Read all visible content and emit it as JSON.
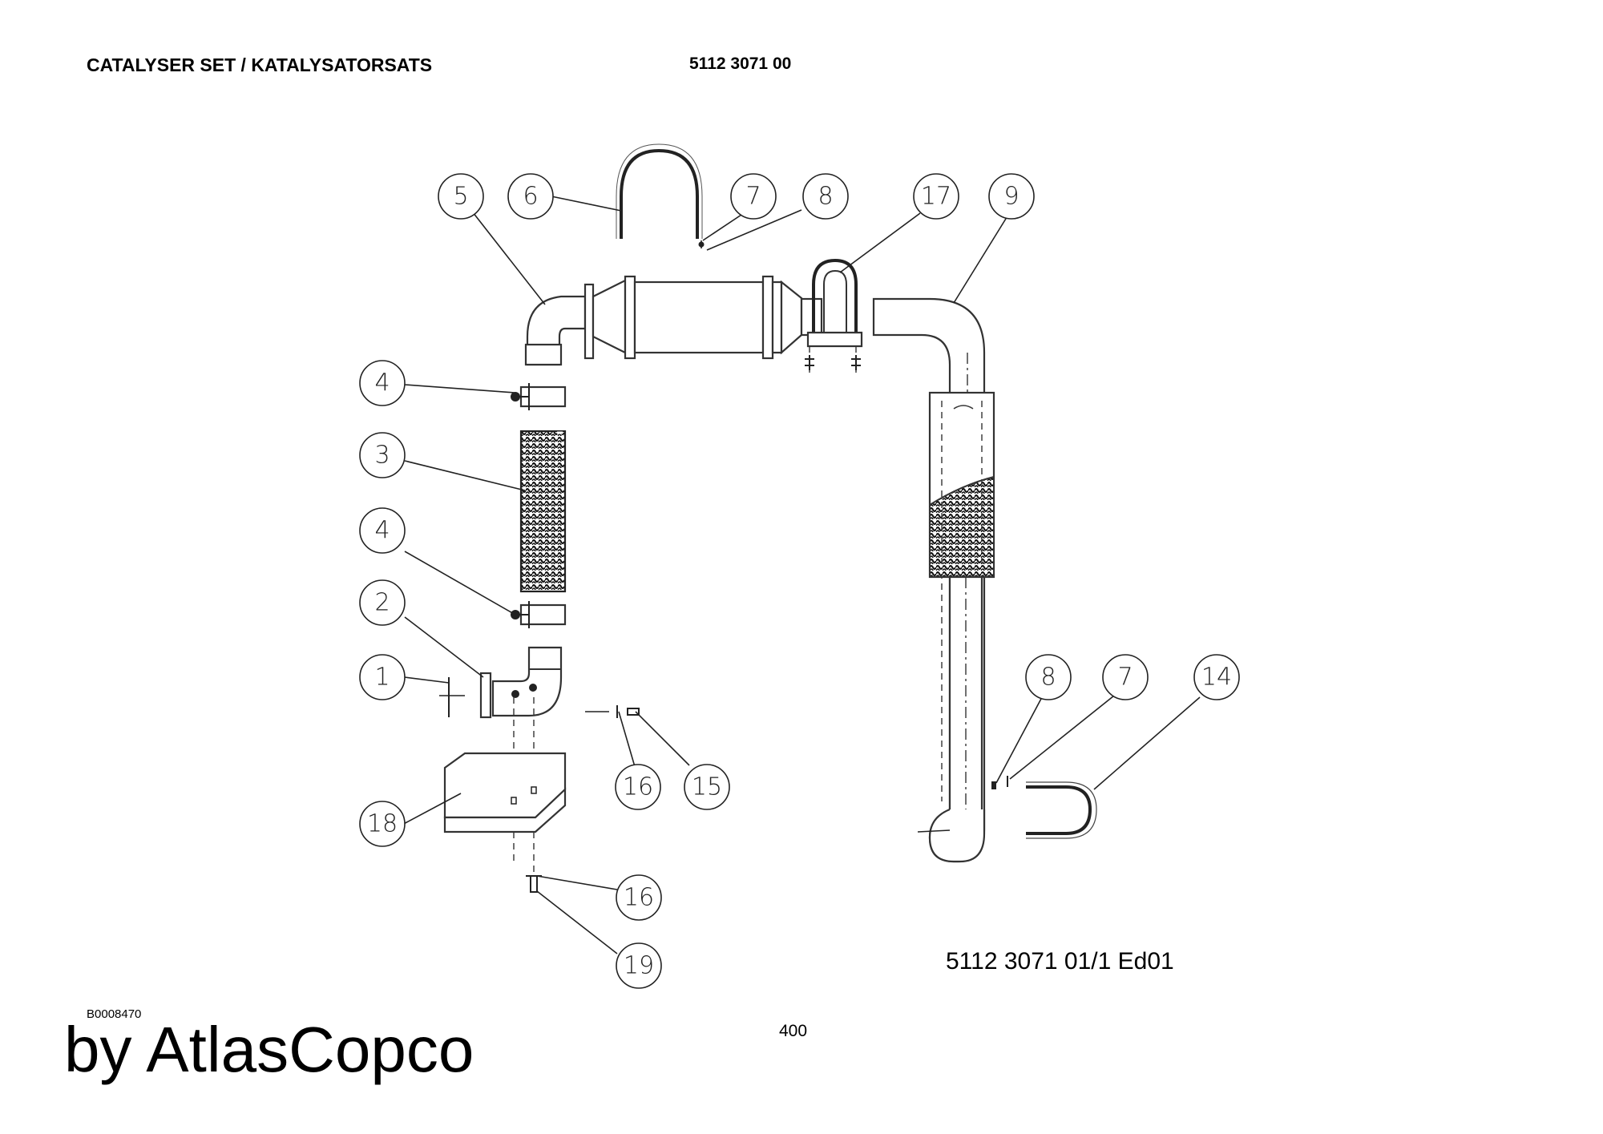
{
  "header": {
    "title": "CATALYSER SET / KATALYSATORSATS",
    "part_number": "5112 3071 00"
  },
  "diagram": {
    "balloons": [
      "5",
      "6",
      "7",
      "8",
      "17",
      "9",
      "4",
      "3",
      "4",
      "2",
      "1",
      "16",
      "15",
      "18",
      "16",
      "19",
      "8",
      "7",
      "14"
    ],
    "drawing_reference": "5112 3071 01/1  Ed01"
  },
  "footer": {
    "code": "B0008470",
    "page": "400",
    "brand": "by AtlasCopco"
  }
}
